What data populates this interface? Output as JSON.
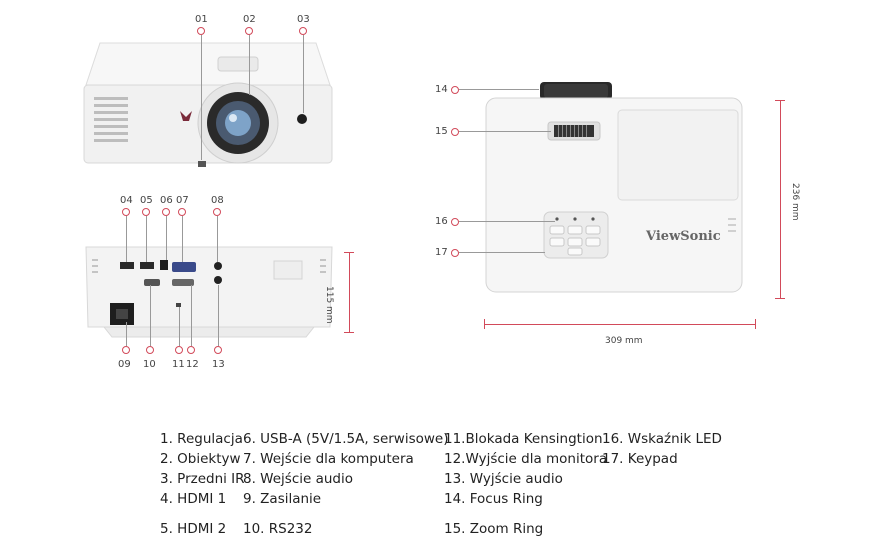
{
  "callouts": {
    "n01": "01",
    "n02": "02",
    "n03": "03",
    "n04": "04",
    "n05": "05",
    "n06": "06",
    "n07": "07",
    "n08": "08",
    "n09": "09",
    "n10": "10",
    "n11": "11",
    "n12": "12",
    "n13": "13",
    "n14": "14",
    "n15": "15",
    "n16": "16",
    "n17": "17"
  },
  "dimensions": {
    "height": "115 mm",
    "depth": "236 mm",
    "width": "309 mm"
  },
  "brand": "ViewSonic",
  "legend": {
    "c1": [
      "1. Regulacja",
      "2. Obiektyw",
      "3. Przedni IR",
      "4. HDMI 1",
      "5. HDMI 2"
    ],
    "c2": [
      "6. USB-A (5V/1.5A, serwisowe)",
      "7. Wejście dla komputera",
      "8. Wejście audio",
      "9. Zasilanie",
      "10. RS232"
    ],
    "c3": [
      "11.Blokada Kensingtion",
      "12.Wyjście dla monitora",
      "13. Wyjście audio",
      "14. Focus Ring",
      "15. Zoom Ring"
    ],
    "c4": [
      "16. Wskaźnik LED",
      "17. Keypad"
    ]
  },
  "colors": {
    "accent": "#d24a5a",
    "body": "#f4f4f4",
    "line": "#999999"
  }
}
